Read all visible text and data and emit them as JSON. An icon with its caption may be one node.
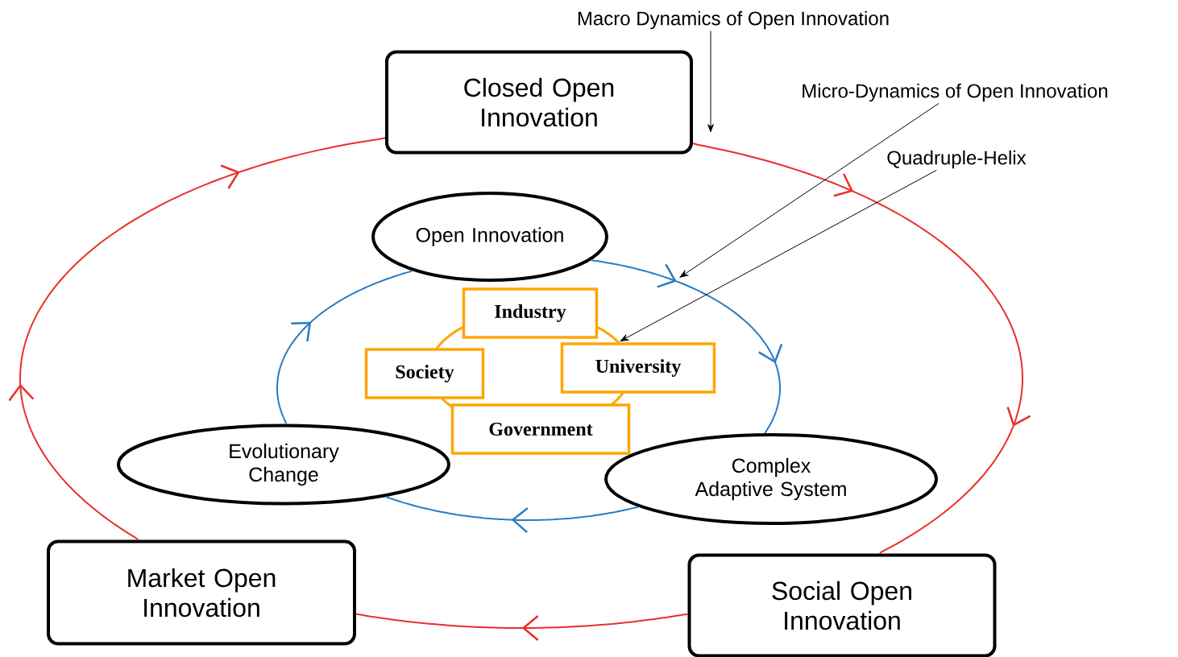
{
  "diagram": {
    "nodes": [
      {
        "text": [
          "Closed Open Innovation"
        ]
      },
      {
        "text": [
          "Macro Dynamics of Open Innovation"
        ]
      },
      {
        "text": [
          "Micro-Dynamics of Open Innovation"
        ]
      },
      {
        "text": [
          "Quadruple-Helix"
        ]
      },
      {
        "text": [
          "Open Innovation"
        ]
      },
      {
        "text": [
          "Industry"
        ]
      },
      {
        "text": [
          "Society"
        ]
      },
      {
        "text": [
          "University"
        ]
      },
      {
        "text": [
          "Government"
        ]
      },
      {
        "text": [
          "Complex Adaptive System"
        ]
      },
      {
        "text": [
          "Evolutionary Change"
        ]
      },
      {
        "text": [
          "Market Open Innovation"
        ]
      },
      {
        "text": [
          "Social Open Innovation"
        ]
      },
      {
        "text": [],
        "shape": "ellipse"
      }
    ],
    "edges": [
      {
        "from": 0,
        "to": 12,
        "arrow": "to",
        "color": "#e8302a"
      },
      {
        "from": 12,
        "to": 11,
        "arrow": "to",
        "color": "#e8302a"
      },
      {
        "from": 11,
        "to": 0,
        "arrow": "to",
        "color": "#e8302a"
      },
      {
        "from": 4,
        "to": 9,
        "arrow": "to",
        "color": "#2a7bc4"
      },
      {
        "from": 9,
        "to": 10,
        "arrow": "to",
        "color": "#2a7bc4"
      },
      {
        "from": 10,
        "to": 4,
        "arrow": "to",
        "color": "#2a7bc4"
      },
      {
        "from": 1,
        "to": null,
        "arrow": "to",
        "color": "#000000"
      },
      {
        "from": 2,
        "to": null,
        "arrow": "to",
        "color": "#000000"
      },
      {
        "from": 3,
        "to": 13,
        "arrow": "to",
        "color": "#000000"
      }
    ]
  }
}
